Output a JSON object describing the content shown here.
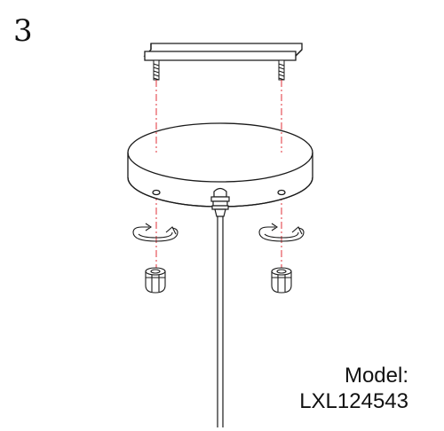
{
  "step": {
    "number": "3"
  },
  "model": {
    "label": "Model:",
    "code": "LXL124543"
  },
  "colors": {
    "guide_line": "#e0303a",
    "line_art": "#1a1a1a"
  },
  "parts": [
    "mounting-bracket",
    "screw",
    "canopy",
    "cord-grip",
    "pendant-cord",
    "rotation-arrow",
    "cap-nut"
  ]
}
